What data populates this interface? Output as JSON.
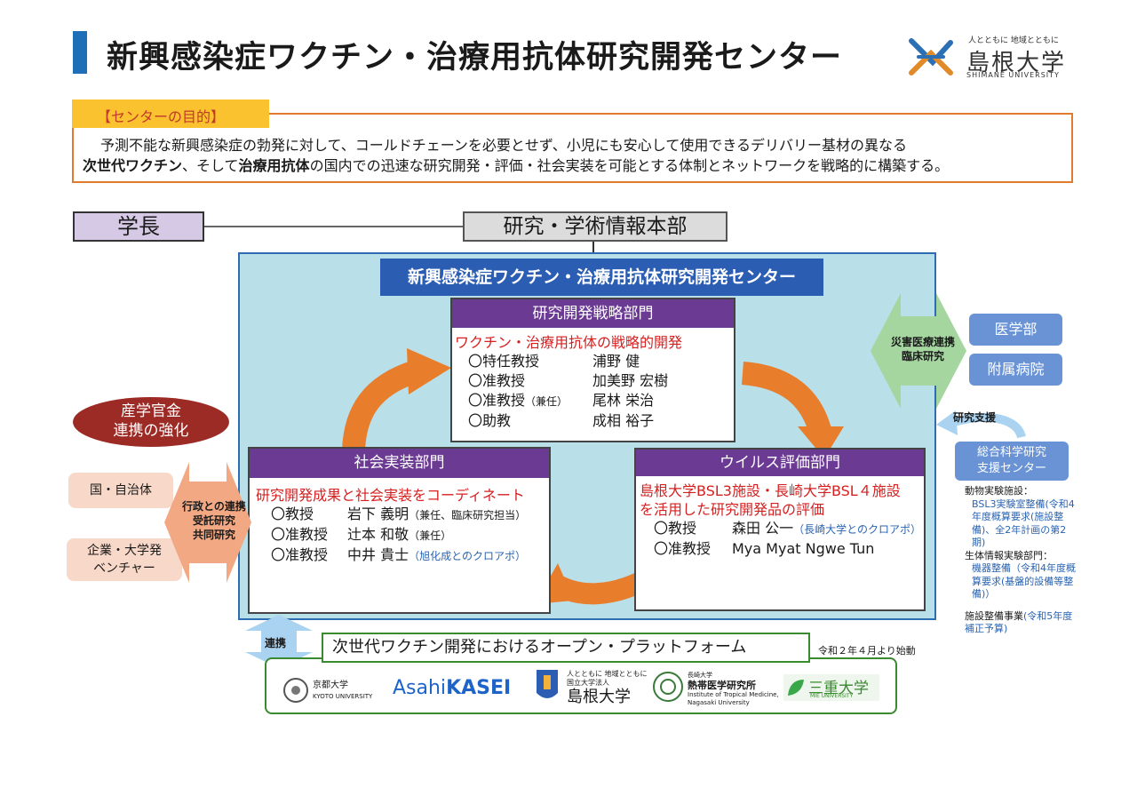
{
  "title": "新興感染症ワクチン・治療用抗体研究開発センター",
  "logo": {
    "motto": "人とともに 地域とともに",
    "name": "島根大学",
    "name_en": "SHIMANE UNIVERSITY"
  },
  "purpose": {
    "tag": "【センターの目的】",
    "line1": "予測不能な新興感染症の勃発に対して、コールドチェーンを必要とせず、小児にも安心して使用できるデリバリー基材の異なる",
    "line2_bold1": "次世代ワクチン",
    "line2_text1": "、そして",
    "line2_bold2": "治療用抗体",
    "line2_text2": "の国内での迅速な研究開発・評価・社会実装を可能とする体制とネットワークを戦略的に構築する。"
  },
  "org": {
    "president": "学長",
    "honbu": "研究・学術情報本部",
    "center": "新興感染症ワクチン・治療用抗体研究開発センター"
  },
  "strategy": {
    "head": "研究開発戦略部門",
    "subtitle": "ワクチン・治療用抗体の戦略的開発",
    "members": [
      {
        "role": "〇特任教授",
        "note": "",
        "name": "浦野 健"
      },
      {
        "role": "〇准教授",
        "note": "",
        "name": "加美野 宏樹"
      },
      {
        "role": "〇准教授",
        "note": "（兼任）",
        "name": "尾林 栄治"
      },
      {
        "role": "〇助教",
        "note": "",
        "name": "成相 裕子"
      }
    ]
  },
  "social": {
    "head": "社会実装部門",
    "subtitle": "研究開発成果と社会実装をコーディネート",
    "members": [
      {
        "role": "〇教授",
        "name": "岩下 義明",
        "note": "（兼任、臨床研究担当）"
      },
      {
        "role": "〇准教授",
        "name": "辻本 和敬",
        "note": "（兼任）"
      },
      {
        "role": "〇准教授",
        "name": "中井 貴士",
        "note": "（旭化成とのクロアポ）"
      }
    ]
  },
  "virus": {
    "head": "ウイルス評価部門",
    "subtitle1": "島根大学BSL3施設・長崎大学BSL４施設",
    "subtitle2": "を活用した研究開発品の評価",
    "members": [
      {
        "role": "〇教授",
        "name": "森田 公一",
        "note": "（長崎大学とのクロアポ）"
      },
      {
        "role": "〇准教授",
        "name": "Mya Myat Ngwe Tun",
        "note": ""
      }
    ]
  },
  "left": {
    "pill_line1": "産学官金",
    "pill_line2": "連携の強化",
    "gov": "国・自治体",
    "company_line1": "企業・大学発",
    "company_line2": "ベンチャー",
    "arrow_line1": "行政との連携",
    "arrow_line2": "受託研究",
    "arrow_line3": "共同研究"
  },
  "right": {
    "arrow_line1": "災害医療連携",
    "arrow_line2": "臨床研究",
    "med": "医学部",
    "hospital": "附属病院",
    "support_label": "研究支援",
    "sogo_line1": "総合科学研究",
    "sogo_line2": "支援センター",
    "notes": [
      {
        "text": "動物実験施設：",
        "color": "dark"
      },
      {
        "text": "BSL3実験室整備(令和4年度概算要求(施設整備)、全2年計画の第2期)",
        "color": "blue",
        "indent": true
      },
      {
        "text": "生体情報実験部門：",
        "color": "dark"
      },
      {
        "text": "機器整備（令和4年度概算要求(基盤的設備等整備)）",
        "color": "blue",
        "indent": true
      },
      {
        "text": "施設整備事業",
        "color": "dark",
        "gap": true
      },
      {
        "text": "(令和5年度補正予算)",
        "color": "blue",
        "inline": true
      }
    ]
  },
  "platform": {
    "link_label": "連携",
    "label": "次世代ワクチン開発におけるオープン・プラットフォーム",
    "start": "令和２年４月より始動",
    "partners": {
      "kyoto_ja": "京都大学",
      "kyoto_en": "KYOTO UNIVERSITY",
      "asahi_a": "Asahi",
      "asahi_b": "KASEI",
      "shimane_motto": "人とともに 地域とともに",
      "shimane_corp": "国立大学法人",
      "shimane_name": "島根大学",
      "nagasaki_small": "長崎大学",
      "nagasaki_name": "熱帯医学研究所",
      "nagasaki_en1": "Institute of Tropical Medicine,",
      "nagasaki_en2": "Nagasaki University",
      "mie_name": "三重大学",
      "mie_en": "MIE UNIVERSITY"
    }
  },
  "colors": {
    "accent_blue": "#1f6fb8",
    "purple": "#6b3a93",
    "orange": "#e87d2c",
    "green": "#3a8a2f",
    "red": "#d62020"
  }
}
